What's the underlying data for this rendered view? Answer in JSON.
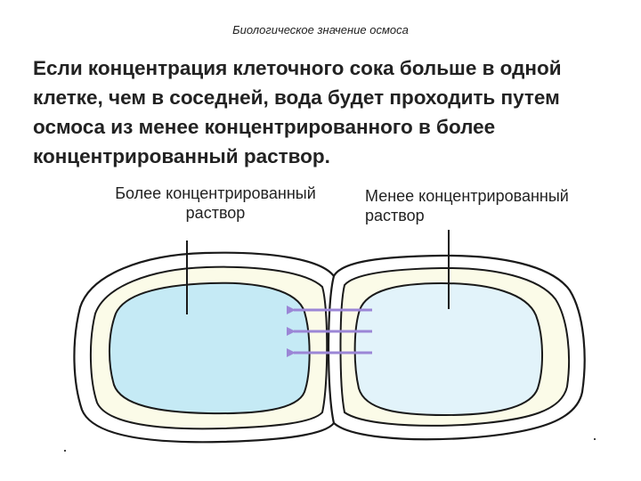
{
  "slide": {
    "subtitle": "Биологическое значение осмоса",
    "body_text": "Если концентрация клеточного сока больше в одной клетке, чем в соседней, вода будет проходить путем осмоса из менее концентрированного в более концентрированный раствор."
  },
  "diagram": {
    "left_label_line1": "Более концентрированный",
    "left_label_line2": "раствор",
    "right_label_line1": "Менее концентрированный",
    "right_label_line2": "раствор",
    "colors": {
      "outer_wall": "#ffffff",
      "cytoplasm": "#fbfbe8",
      "vacuole_left": "#c5eaf5",
      "vacuole_right": "#e2f3fa",
      "stroke": "#1a1a1a",
      "arrow": "#9b86d6"
    }
  }
}
